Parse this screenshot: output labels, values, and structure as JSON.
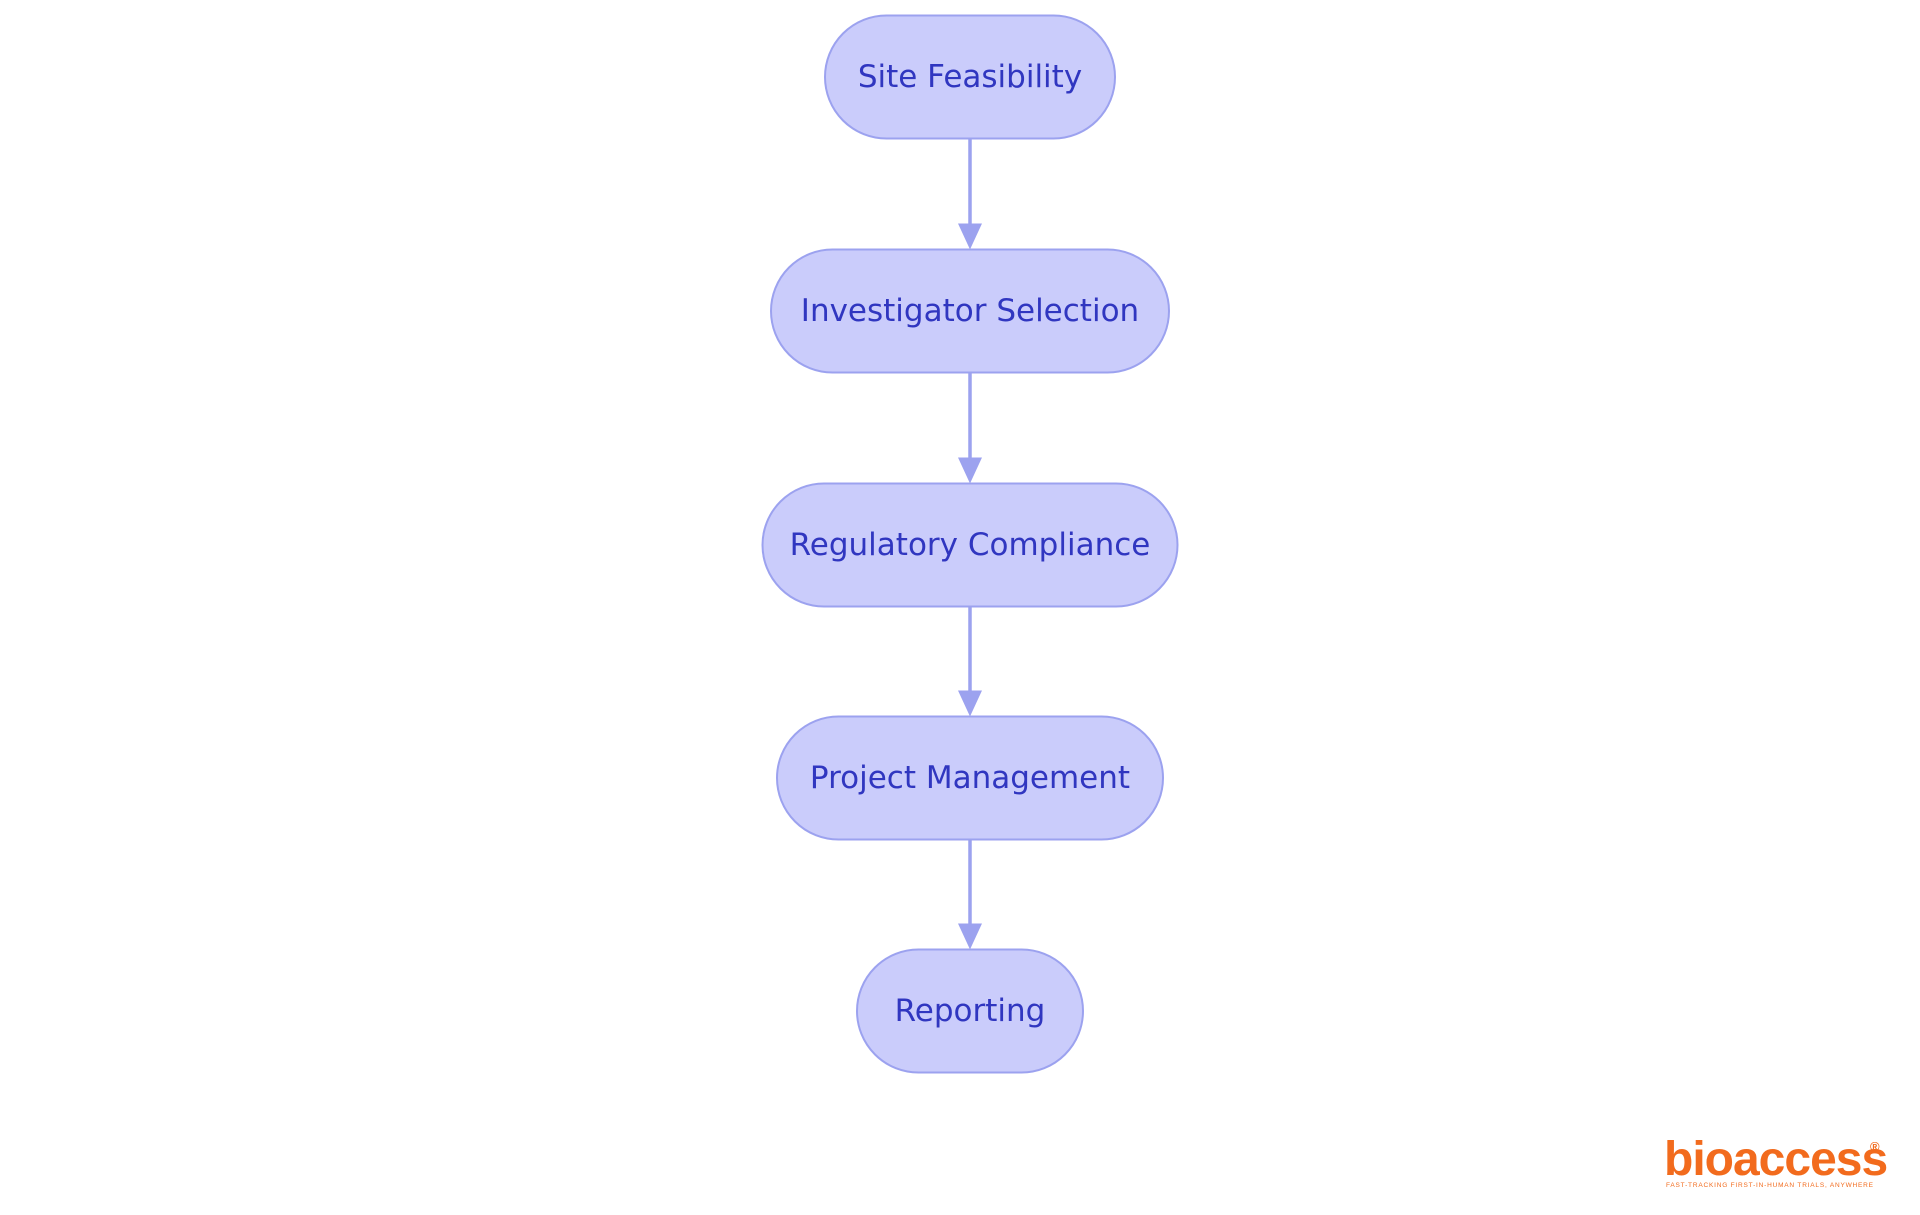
{
  "diagram": {
    "type": "vertical-flowchart",
    "node_fill": "#CACCFB",
    "node_border": "#9CA2EF",
    "node_text_color": "#3036C0",
    "connector_color": "#9CA2EF",
    "nodes": [
      {
        "id": "site-feasibility",
        "label": "Site Feasibility"
      },
      {
        "id": "investigator-selection",
        "label": "Investigator Selection"
      },
      {
        "id": "regulatory-compliance",
        "label": "Regulatory Compliance"
      },
      {
        "id": "project-management",
        "label": "Project Management"
      },
      {
        "id": "reporting",
        "label": "Reporting"
      }
    ],
    "edges": [
      {
        "from": "site-feasibility",
        "to": "investigator-selection"
      },
      {
        "from": "investigator-selection",
        "to": "regulatory-compliance"
      },
      {
        "from": "regulatory-compliance",
        "to": "project-management"
      },
      {
        "from": "project-management",
        "to": "reporting"
      }
    ]
  },
  "logo": {
    "wordmark": "bioaccess",
    "registered_mark": "®",
    "tagline": "FAST-TRACKING FIRST-IN-HUMAN TRIALS, ANYWHERE",
    "color": "#F26B1D"
  }
}
